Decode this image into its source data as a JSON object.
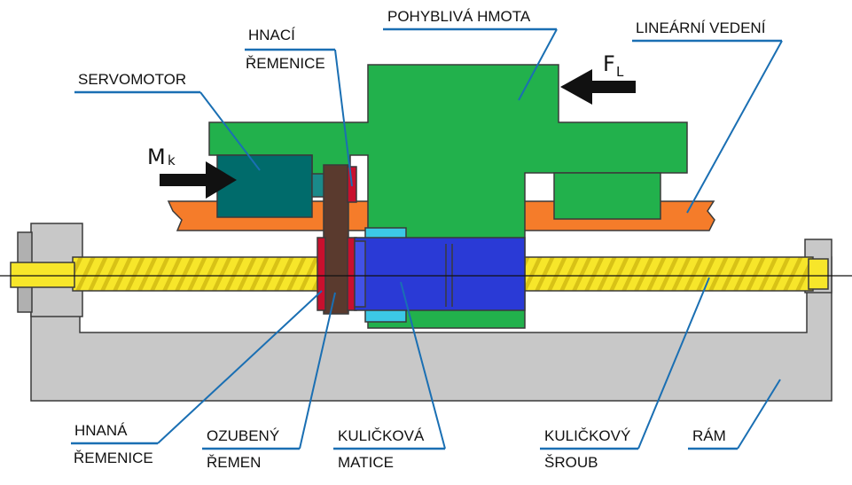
{
  "labels": {
    "moving_mass": "POHYBLIVÁ HMOTA",
    "driving_pulley_1": "HNACÍ",
    "driving_pulley_2": "ŘEMENICE",
    "linear_guide": "LINEÁRNÍ VEDENÍ",
    "servomotor": "SERVOMOTOR",
    "driven_pulley_1": "HNANÁ",
    "driven_pulley_2": "ŘEMENICE",
    "toothed_belt_1": "OZUBENÝ",
    "toothed_belt_2": "ŘEMEN",
    "ball_nut_1": "KULIČKOVÁ",
    "ball_nut_2": "MATICE",
    "ball_screw_1": "KULIČKOVÝ",
    "ball_screw_2": "ŠROUB",
    "frame": "RÁM"
  },
  "symbols": {
    "force_main": "F",
    "force_sub": "L",
    "torque_main": "M",
    "torque_sub": "k"
  },
  "colors": {
    "moving_mass": "#22b14c",
    "servomotor": "#006b6b",
    "linear_guide": "#f57c2a",
    "ball_screw": "#f7e62a",
    "ball_nut": "#2a3ad6",
    "pulley": "#c8102e",
    "belt": "#5a3a2e",
    "frame": "#c8c8c8",
    "bearing": "#3cc8e6",
    "leader": "#1a6fb3",
    "arrow": "#111111"
  }
}
